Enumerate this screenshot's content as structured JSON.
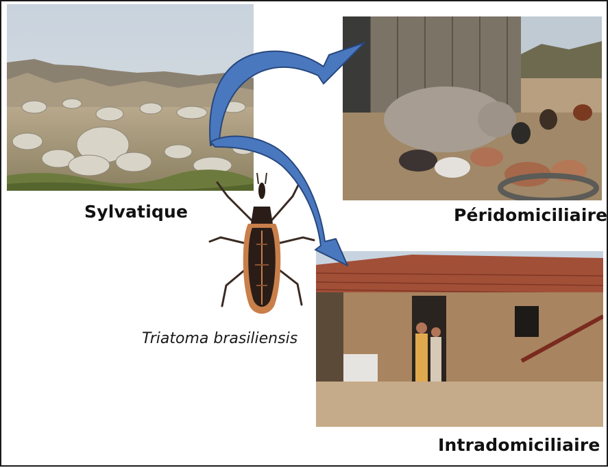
{
  "habitats": {
    "sylvatic_label": "Sylvatique",
    "peridomestic_label": "Péridomiciliaire",
    "domestic_label": "Intradomiciliaire"
  },
  "vector": {
    "species_label": "Triatoma brasiliensis"
  },
  "colors": {
    "arrow_fill": "#4a78bf",
    "arrow_stroke": "#27477d",
    "border": "#1a1a1a",
    "bug_body": "#2a1d18",
    "bug_stripe": "#c97f4a"
  },
  "arrows": [
    {
      "from": "Sylvatique",
      "to": "Péridomiciliaire"
    },
    {
      "from": "Sylvatique",
      "to": "Intradomiciliaire"
    }
  ]
}
